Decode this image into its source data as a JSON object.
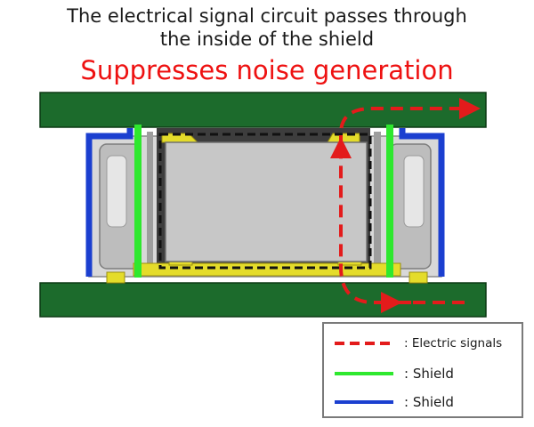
{
  "title": {
    "line1": "The electrical signal circuit passes through",
    "line2": "the inside of the shield"
  },
  "headline": {
    "text": "Suppresses noise generation",
    "color": "#ee1111"
  },
  "colors": {
    "pcb": "#1c6b2c",
    "pcb_border": "#0d3a15",
    "signal": "#e31b1b",
    "green_shield": "#2ee82e",
    "blue_shield": "#1b3fd0",
    "pins": "#e4dc2a",
    "chip": "#c7c7c7",
    "housing": "#bdbdbd"
  },
  "legend": {
    "items": [
      {
        "label": ": Electric signals",
        "style": "dashed",
        "color": "#e31b1b"
      },
      {
        "label": ": Shield",
        "style": "solid",
        "color": "#2ee82e"
      },
      {
        "label": ": Shield",
        "style": "solid",
        "color": "#1b3fd0"
      }
    ]
  }
}
